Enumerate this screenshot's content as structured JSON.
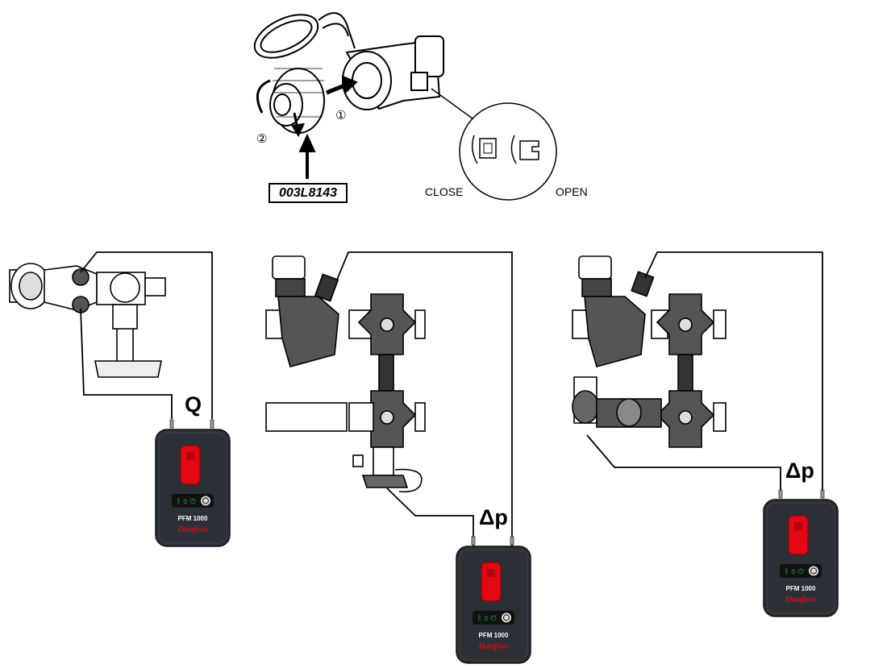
{
  "top_figure": {
    "part_code": "003L8143",
    "step_1": "①",
    "step_2": "②",
    "close_label": "CLOSE",
    "open_label": "OPEN"
  },
  "measurements": [
    {
      "label": "Q"
    },
    {
      "label": "Δp"
    },
    {
      "label": "Δp"
    }
  ],
  "device": {
    "model": "PFM 1000",
    "brand": "Danfoss",
    "body_color": "#2b2f36",
    "button_color": "#e30613",
    "display_color": "#1fbf5a"
  }
}
